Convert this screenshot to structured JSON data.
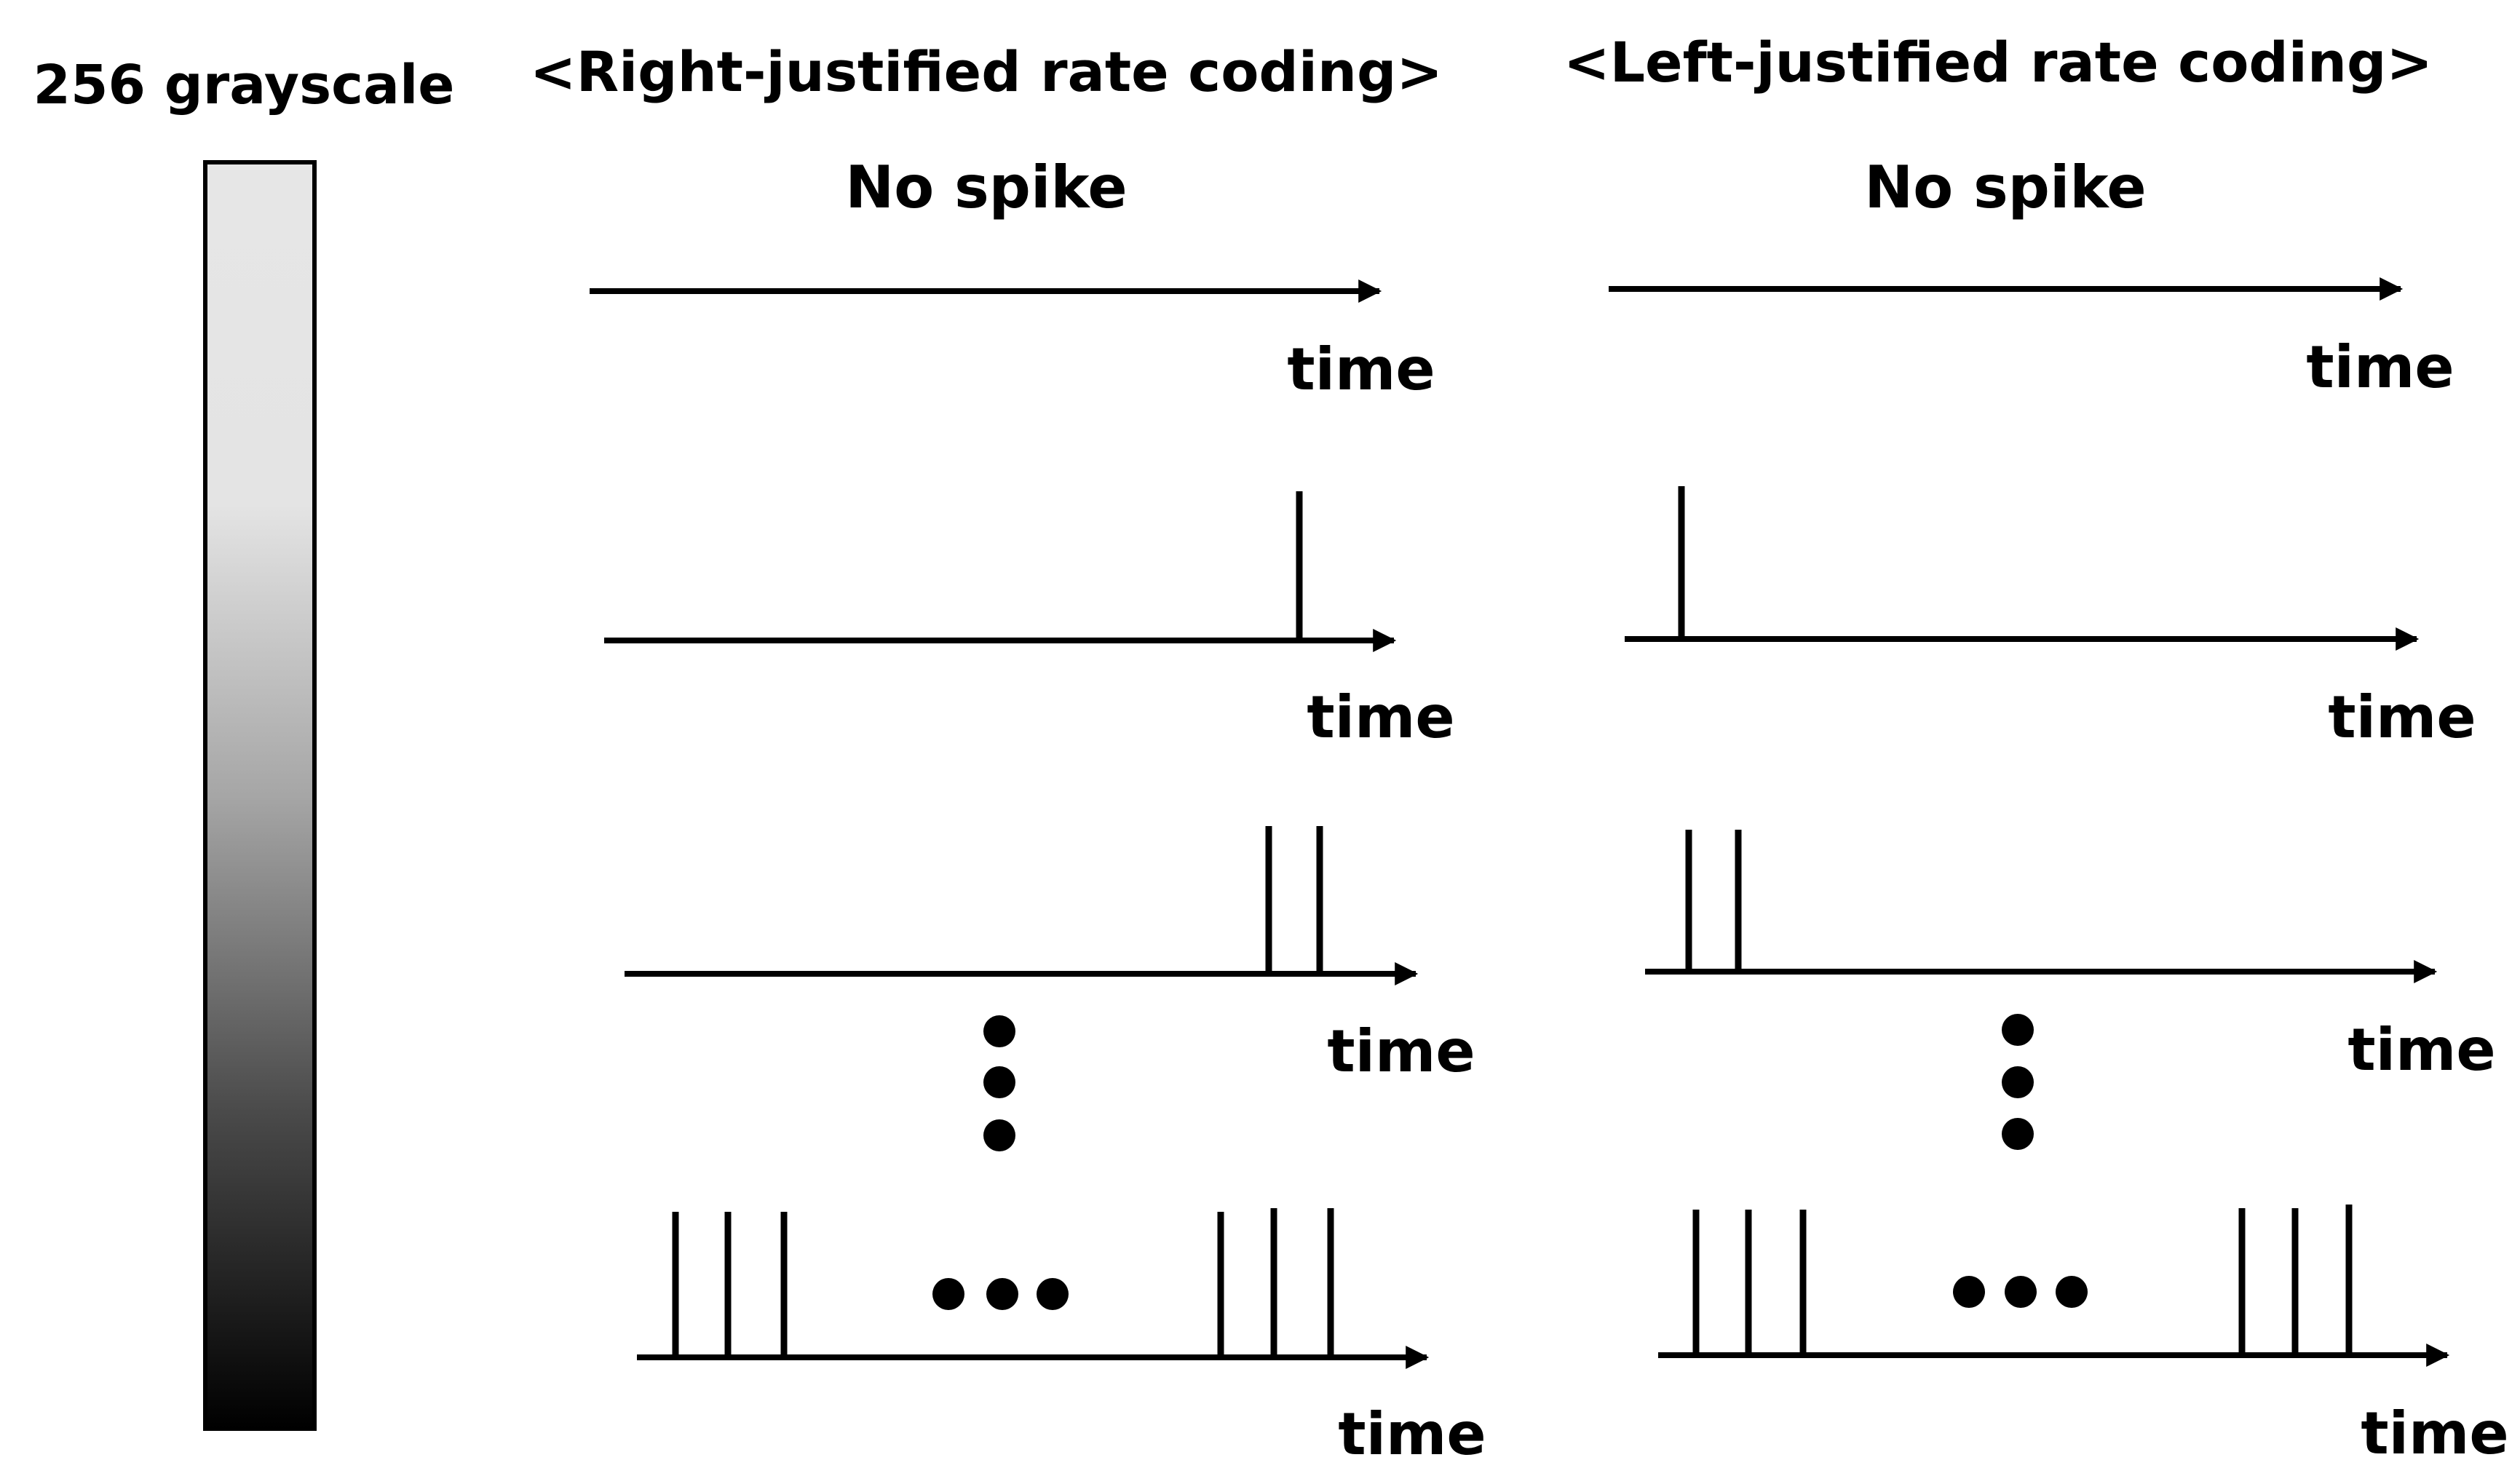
{
  "grayscale_label": "256 grayscale",
  "panels": [
    {
      "title": "<Right-justified rate coding>",
      "no_spike_label": "No spike",
      "rows": [
        {
          "axis_label": "time",
          "spikes": 0
        },
        {
          "axis_label": "time",
          "spikes": 1
        },
        {
          "axis_label": "time",
          "spikes": 2
        },
        {
          "axis_label": "time",
          "spikes": "many"
        }
      ]
    },
    {
      "title": "<Left-justified rate coding>",
      "no_spike_label": "No spike",
      "rows": [
        {
          "axis_label": "time",
          "spikes": 0
        },
        {
          "axis_label": "time",
          "spikes": 1
        },
        {
          "axis_label": "time",
          "spikes": 2
        },
        {
          "axis_label": "time",
          "spikes": "many"
        }
      ]
    }
  ],
  "colors": {
    "ink": "#000000",
    "gradient_top": "#e6e6e6",
    "gradient_bottom": "#000000"
  }
}
